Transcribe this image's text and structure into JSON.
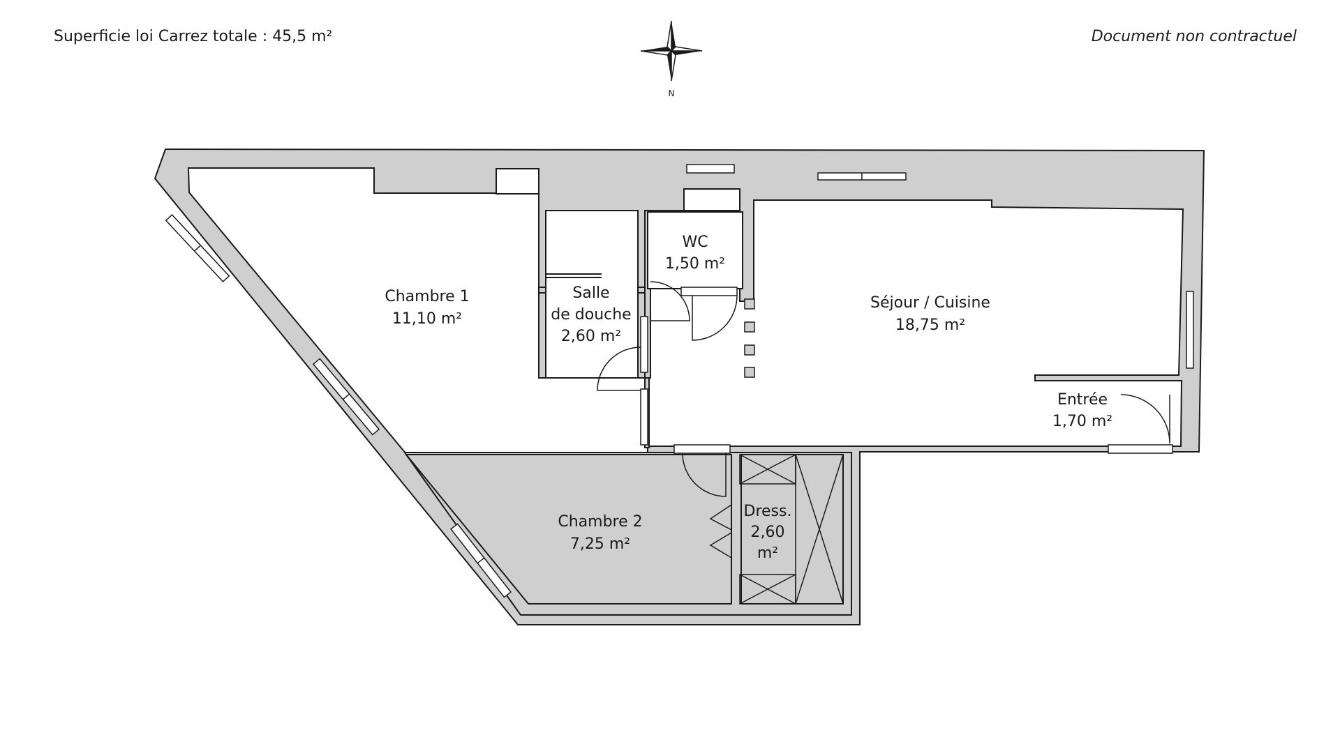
{
  "header": {
    "total_area": "Superficie loi Carrez totale : 45,5 m²",
    "disclaimer": "Document non contractuel"
  },
  "compass": {
    "north_label": "N"
  },
  "rooms": {
    "chambre1": {
      "name": "Chambre 1",
      "area": "11,10 m²"
    },
    "salle_de_douche": {
      "line1": "Salle",
      "line2": "de douche",
      "area": "2,60 m²"
    },
    "wc": {
      "name": "WC",
      "area": "1,50 m²"
    },
    "sejour": {
      "name": "Séjour / Cuisine",
      "area": "18,75 m²"
    },
    "entree": {
      "name": "Entrée",
      "area": "1,70 m²"
    },
    "chambre2": {
      "name": "Chambre 2",
      "area": "7,25 m²"
    },
    "dressing": {
      "line1": "Dress.",
      "line2": "2,60",
      "line3": "m²"
    }
  },
  "colors": {
    "wall": "#cfcfcf",
    "stroke": "#1a1a1a",
    "background": "#ffffff"
  }
}
